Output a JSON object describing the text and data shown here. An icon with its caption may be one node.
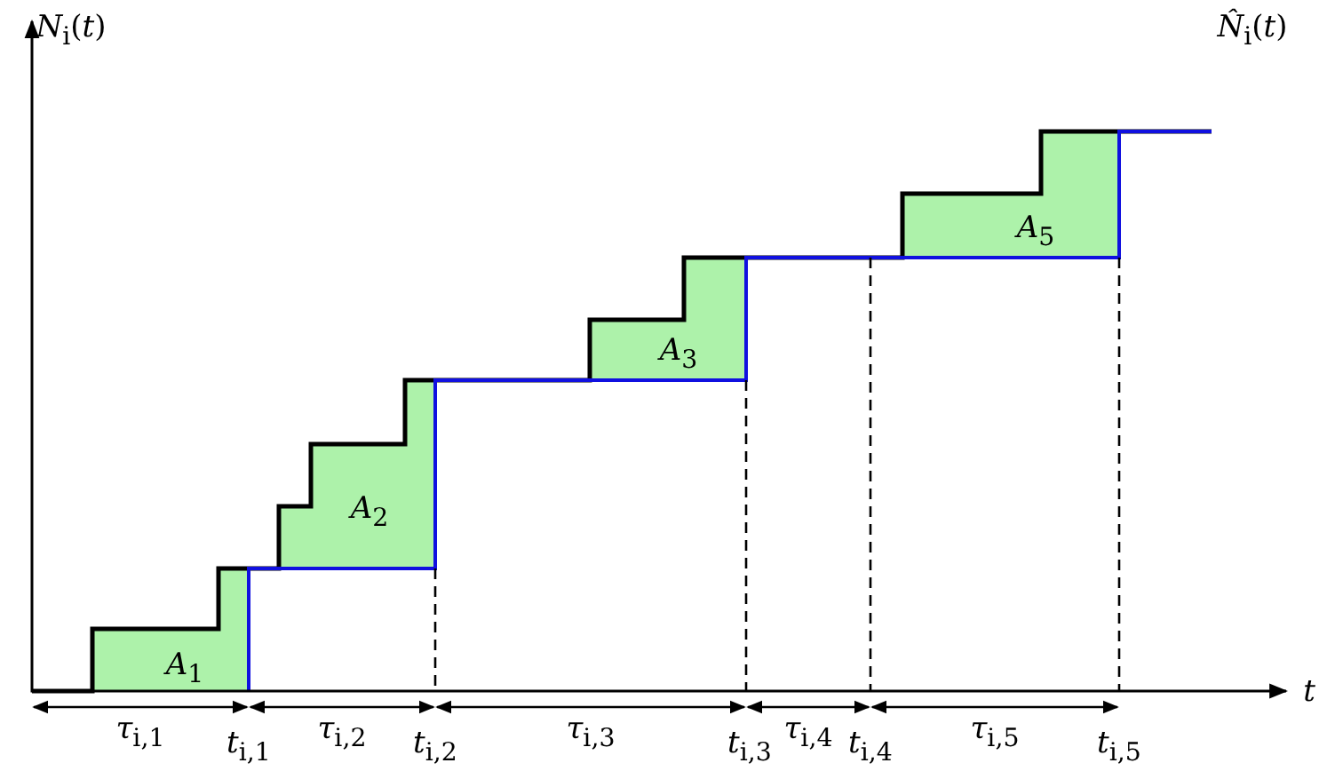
{
  "diagram": {
    "labels": [
      "*N*$_{i}$(*t*)",
      "*N̂*$_{i}$(*t*)",
      "*A*$_{5}$",
      "*A*$_{3}$",
      "*A*$_{2}$",
      "*A*$_{1}$",
      "*t*",
      "*τ*$_{i,1}$",
      "*t*$_{i,1}$",
      "*τ*$_{i,2}$",
      "*t*$_{i,2}$",
      "*τ*$_{i,3}$",
      "*t*$_{i,3}$",
      "*τ*$_{i,4}$",
      "*t*$_{i,4}$",
      "*τ*$_{i,5}$",
      "*t*$_{i,5}$"
    ]
  }
}
